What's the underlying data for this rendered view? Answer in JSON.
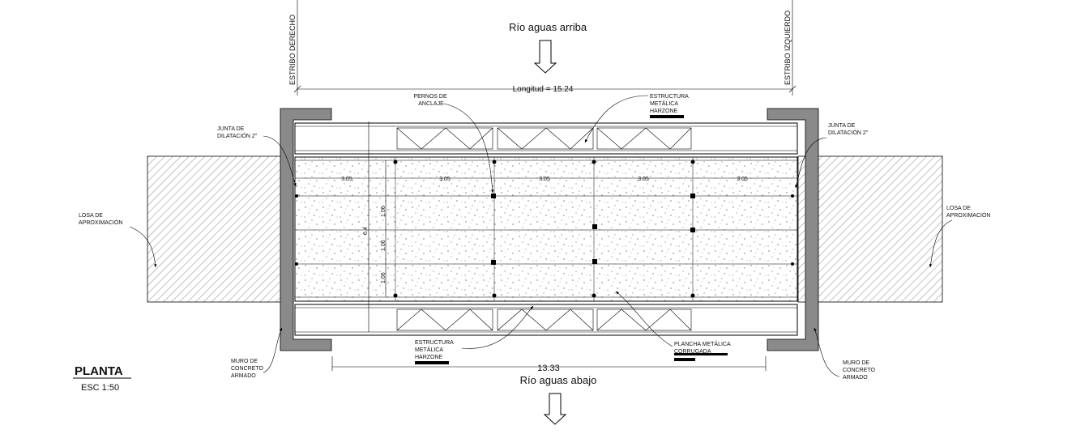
{
  "flow": {
    "upstream": "Río aguas arriba",
    "downstream": "Río aguas abajo"
  },
  "abutments": {
    "right": "ESTRIBO  DERECHO",
    "left": "ESTRIBO  IZQUIERDO"
  },
  "dimensions": {
    "longitud": "Longitud = 15.24",
    "bottom": "13.33",
    "spans": [
      "3.05",
      "3.05",
      "3.05",
      "3.05",
      "3.05"
    ],
    "transverse": [
      "1.06",
      "1.06",
      "1.06"
    ],
    "total_width": "6.4"
  },
  "labels": {
    "pernos": [
      "PERNOS DE",
      "ANCLAJE"
    ],
    "estructura_top": [
      "ESTRUCTURA",
      "METÁLICA",
      "HARZONE"
    ],
    "junta_left": [
      "JUNTA DE",
      "DILATACIÓN 2\""
    ],
    "junta_right": [
      "JUNTA DE",
      "DILATACIÓN 2\""
    ],
    "losa_left": [
      "LOSA DE",
      "APROXIMACIÓN"
    ],
    "losa_right": [
      "LOSA DE",
      "APROXIMACIÓN"
    ],
    "muro_left": [
      "MURO DE",
      "CONCRETO",
      "ARMADO"
    ],
    "muro_right": [
      "MURO DE",
      "CONCRETO",
      "ARMADO"
    ],
    "estructura_bottom": [
      "ESTRUCTURA",
      "METÁLICA",
      "HARZONE"
    ],
    "plancha": [
      "PLANCHA METÁLICA",
      "CORRUGADA"
    ]
  },
  "title": {
    "name": "PLANTA",
    "scale": "ESC  1:50"
  },
  "colors": {
    "line": "#000000",
    "hatch": "#9a9a9a",
    "wall": "#888888",
    "deck_dots": "#333333"
  }
}
